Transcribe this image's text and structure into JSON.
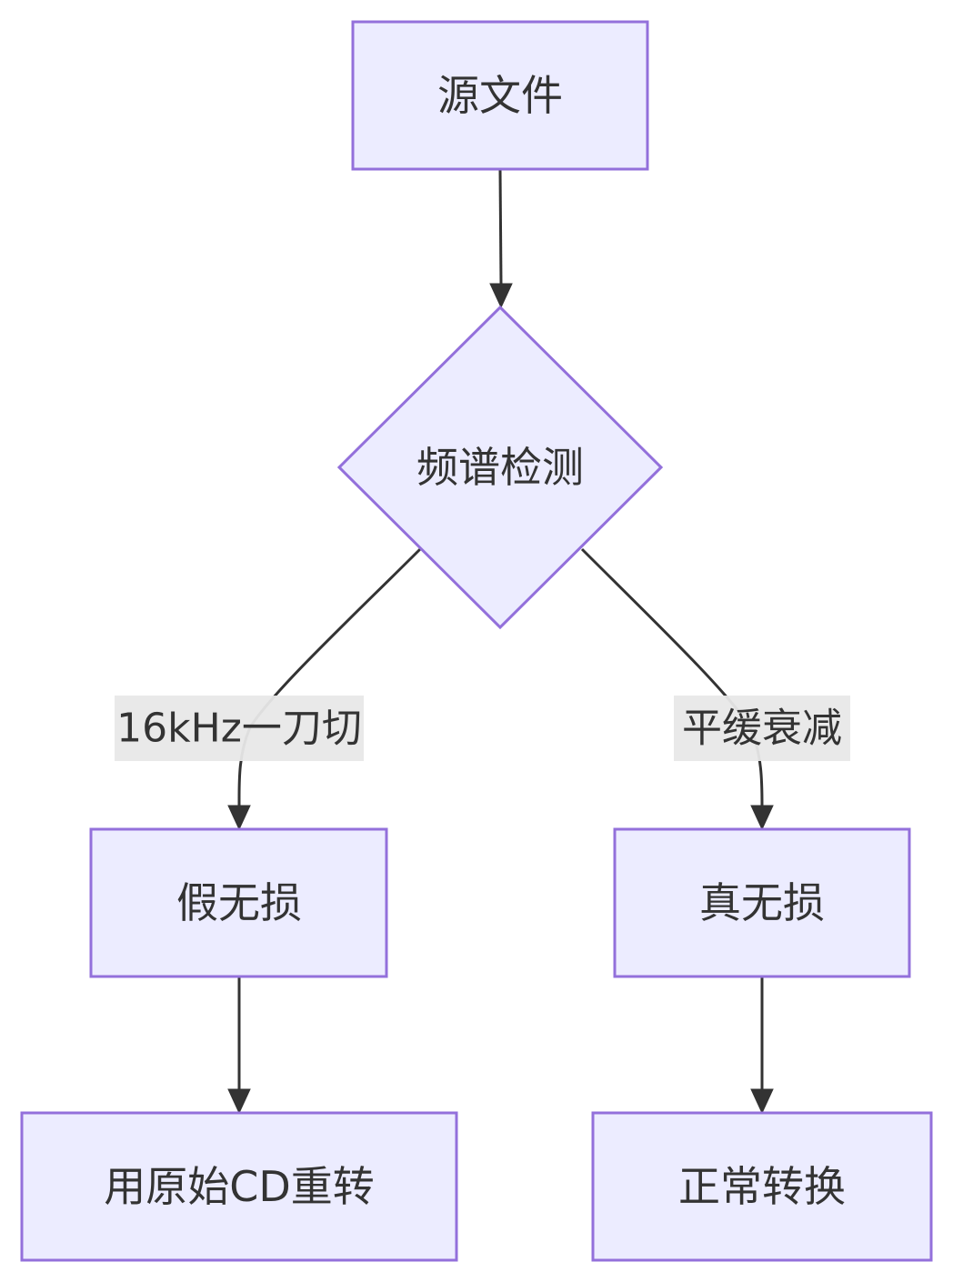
{
  "diagram": {
    "nodes": {
      "source": "源文件",
      "detect": "频谱检测",
      "fake": "假无损",
      "real": "真无损",
      "recd": "用原始CD重转",
      "normal": "正常转换"
    },
    "edges": {
      "cut_label": "16kHz一刀切",
      "smooth_label": "平缓衰减"
    },
    "colors": {
      "node_fill": "#ececff",
      "node_stroke": "#9370db",
      "edge": "#333333",
      "label_bg": "#e8e8e8"
    }
  }
}
